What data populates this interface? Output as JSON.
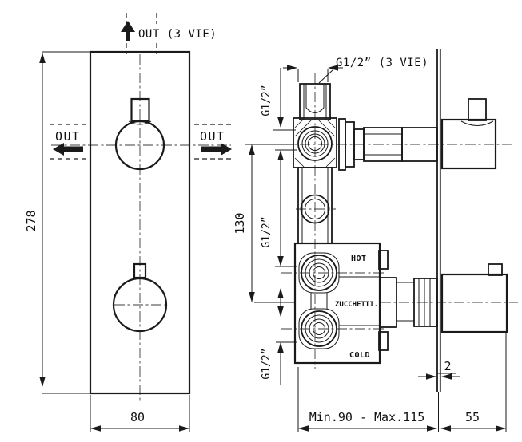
{
  "colors": {
    "line": "#1a1a1a",
    "background": "#ffffff"
  },
  "front_view": {
    "label_out_top": "OUT (3 VIE)",
    "label_out_left": "OUT",
    "label_out_right": "OUT",
    "dim_height": "278",
    "dim_width": "80"
  },
  "side_view": {
    "label_top_port": "G1/2” (3 VIE)",
    "label_g12_top": "G1/2”",
    "label_g12_mid": "G1/2”",
    "label_g12_bottom": "G1/2”",
    "dim_centers": "130",
    "label_hot": "HOT",
    "label_brand": "ZUCCHETTI.",
    "label_cold": "COLD",
    "dim_wall_thickness": "2",
    "dim_depth_range": "Min.90 - Max.115",
    "dim_handle_depth": "55"
  }
}
